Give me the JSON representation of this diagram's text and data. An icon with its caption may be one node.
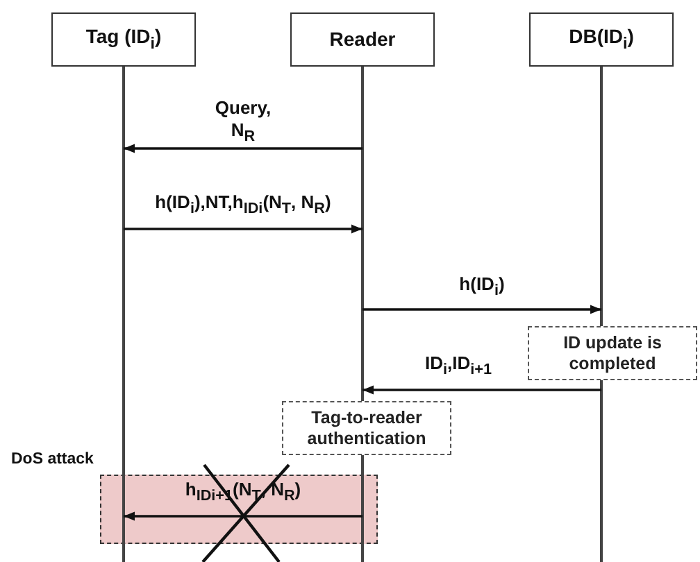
{
  "diagram": {
    "nodes": [
      {
        "text": [
          "Tag (ID$_{i}$)"
        ]
      },
      {
        "text": [
          "Reader"
        ]
      },
      {
        "text": [
          "DB(ID$_{i}$)"
        ]
      },
      {
        "text": [
          "ID update is completed"
        ]
      },
      {
        "text": [
          "Tag-to-reader authentication"
        ]
      }
    ],
    "edges": [
      {
        "from": 1,
        "to": 0,
        "arrow": "to",
        "label": "Query, N$_{R}$"
      },
      {
        "from": 0,
        "to": 1,
        "arrow": "to",
        "label": "h(ID$_{i}$),NT,h$_{IDi}$(N$_{T}$, N$_{R}$)"
      },
      {
        "from": 1,
        "to": 2,
        "arrow": "to",
        "label": "h(ID$_{i}$)"
      },
      {
        "from": 2,
        "to": 1,
        "arrow": "to",
        "label": "ID$_{i}$,ID$_{i+1}$"
      },
      {
        "from": 1,
        "to": 0,
        "arrow": "to",
        "label": "h$_{IDi+1}$(N$_{T}$, N$_{R}$)"
      }
    ],
    "labels": [
      "DoS attack"
    ]
  }
}
